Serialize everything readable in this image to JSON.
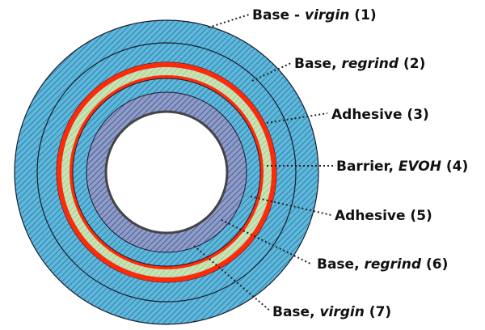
{
  "colors": {
    "background": "#ffffff",
    "base_fill": "#5db8dc",
    "base_hatch": "#2a6f9a",
    "tie_fill": "#4a9fd0",
    "barrier_fill": "#c8e3b5",
    "barrier_hatch": "#8fbf74",
    "inner_fill": "#8e9cc8",
    "inner_hatch": "#3f4b86",
    "adhesive_ring": "#ff2a0a",
    "bore_edge": "#444444",
    "ring_line": "#1a1a2a",
    "leader": "#222222"
  },
  "layers": [
    {
      "key": "l1",
      "name": "Base - ",
      "emph": "virgin",
      "num": " (1)"
    },
    {
      "key": "l2",
      "name": "Base, ",
      "emph": "regrind",
      "num": " (2)"
    },
    {
      "key": "l3",
      "name": "Adhesive (3)",
      "emph": "",
      "num": ""
    },
    {
      "key": "l4",
      "name": "Barrier, ",
      "emph": "EVOH",
      "num": " (4)"
    },
    {
      "key": "l5",
      "name": "Adhesive (5)",
      "emph": "",
      "num": ""
    },
    {
      "key": "l6",
      "name": "Base, ",
      "emph": "regrind",
      "num": " (6)"
    },
    {
      "key": "l7",
      "name": "Base, ",
      "emph": "virgin",
      "num": " (7)"
    }
  ]
}
